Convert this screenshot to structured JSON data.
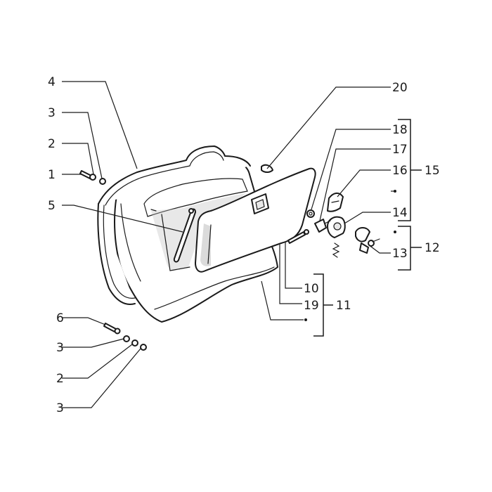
{
  "diagram": {
    "callouts": {
      "c1": "1",
      "c2a": "2",
      "c2b": "2",
      "c3a": "3",
      "c3b": "3",
      "c3c": "3",
      "c4": "4",
      "c5": "5",
      "c6": "6",
      "c10": "10",
      "c11": "11",
      "c12": "12",
      "c13": "13",
      "c14": "14",
      "c15": "15",
      "c16": "16",
      "c17": "17",
      "c18": "18",
      "c19": "19",
      "c20": "20"
    }
  }
}
